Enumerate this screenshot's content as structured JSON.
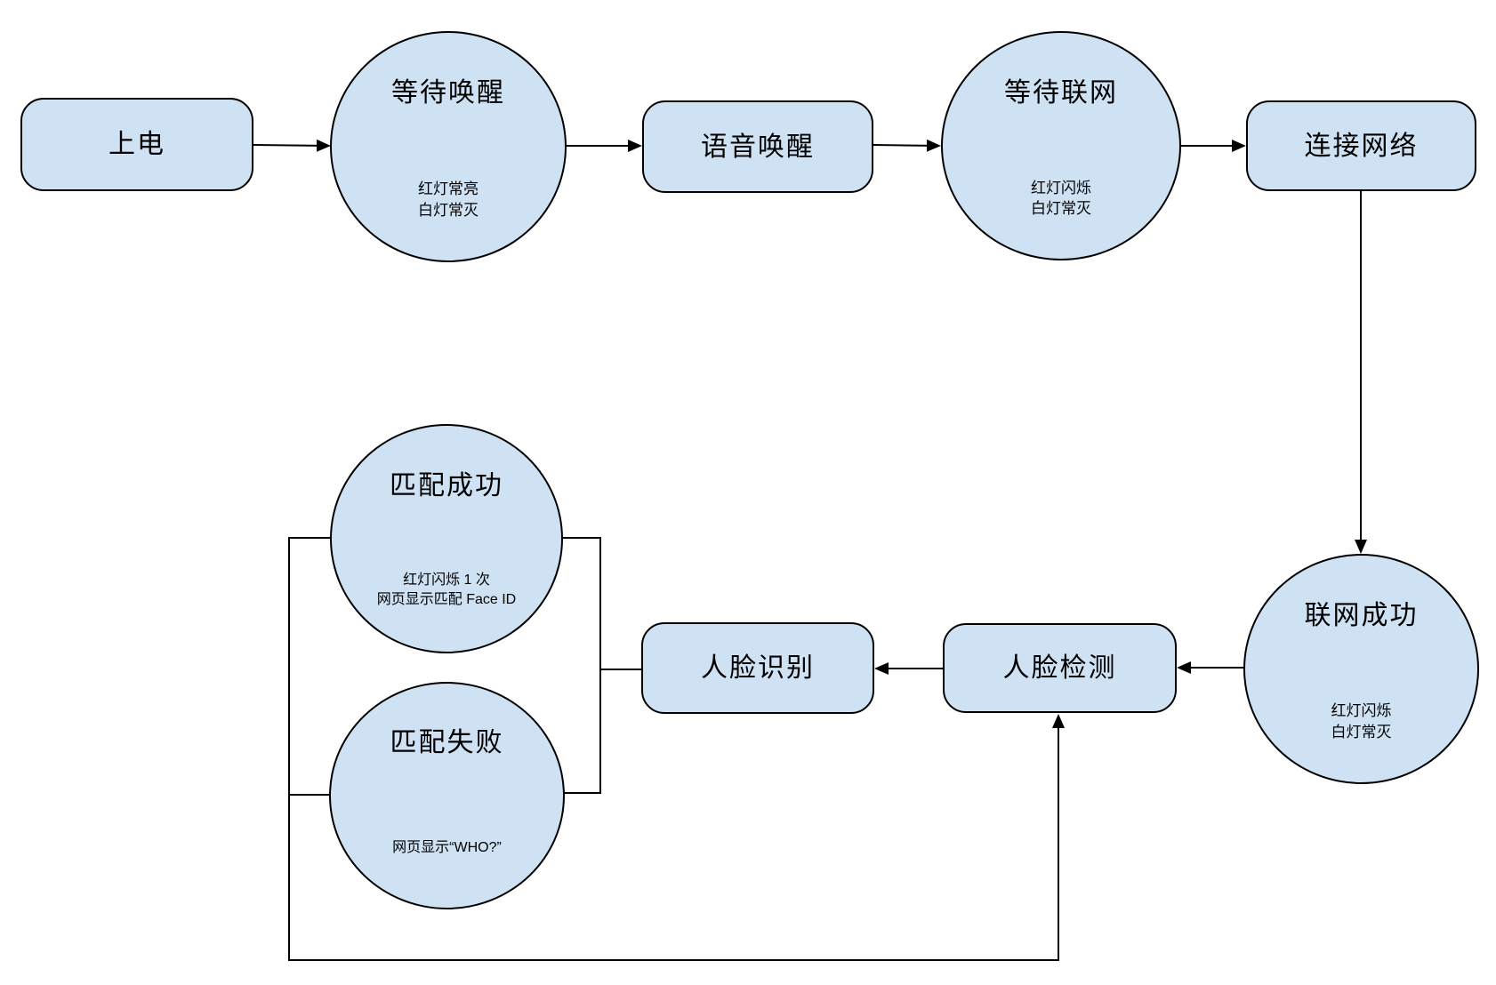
{
  "diagram": {
    "colors": {
      "node_fill": "#cfe2f3",
      "node_border": "#000000",
      "connector": "#000000",
      "background": "#ffffff"
    },
    "nodes": {
      "power_on": {
        "label": "上电"
      },
      "wait_wake": {
        "label": "等待唤醒",
        "sub": [
          "红灯常亮",
          "白灯常灭"
        ]
      },
      "voice_wake": {
        "label": "语音唤醒"
      },
      "wait_network": {
        "label": "等待联网",
        "sub": [
          "红灯闪烁",
          "白灯常灭"
        ]
      },
      "connect_network": {
        "label": "连接网络"
      },
      "network_success": {
        "label": "联网成功",
        "sub": [
          "红灯闪烁",
          "白灯常灭"
        ]
      },
      "face_detection": {
        "label": "人脸检测"
      },
      "face_recognition": {
        "label": "人脸识别"
      },
      "match_success": {
        "label": "匹配成功",
        "sub": [
          "红灯闪烁 1 次",
          "网页显示匹配 Face ID"
        ]
      },
      "match_fail": {
        "label": "匹配失败",
        "sub": [
          "网页显示“WHO?”"
        ]
      }
    },
    "edges": [
      {
        "from": "power_on",
        "to": "wait_wake",
        "arrow": true
      },
      {
        "from": "wait_wake",
        "to": "voice_wake",
        "arrow": true
      },
      {
        "from": "voice_wake",
        "to": "wait_network",
        "arrow": true
      },
      {
        "from": "wait_network",
        "to": "connect_network",
        "arrow": true
      },
      {
        "from": "connect_network",
        "to": "network_success",
        "arrow": true
      },
      {
        "from": "network_success",
        "to": "face_detection",
        "arrow": true
      },
      {
        "from": "face_detection",
        "to": "face_recognition",
        "arrow": true
      },
      {
        "from": "face_recognition",
        "to": "match_success",
        "arrow": false
      },
      {
        "from": "face_recognition",
        "to": "match_fail",
        "arrow": false
      },
      {
        "from": "match_success",
        "to": "face_detection",
        "arrow": true
      },
      {
        "from": "match_fail",
        "to": "face_detection",
        "arrow": true
      }
    ]
  }
}
